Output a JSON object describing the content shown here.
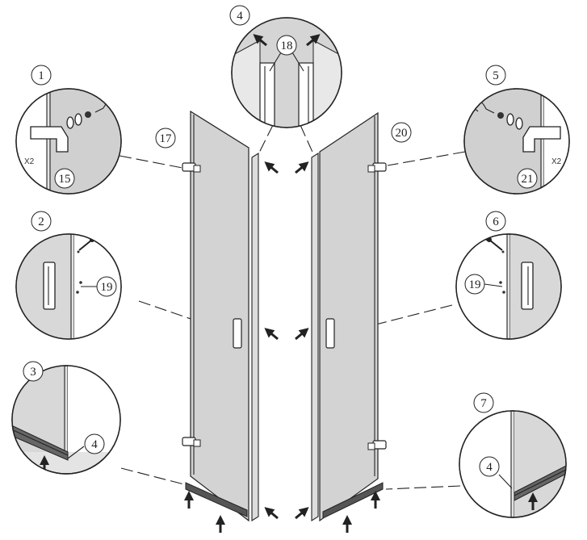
{
  "diagram": {
    "steps": [
      {
        "id": "step-1",
        "label": "1"
      },
      {
        "id": "step-2",
        "label": "2"
      },
      {
        "id": "step-3",
        "label": "3"
      },
      {
        "id": "step-4",
        "label": "4"
      },
      {
        "id": "step-5",
        "label": "5"
      },
      {
        "id": "step-6",
        "label": "6"
      },
      {
        "id": "step-7",
        "label": "7"
      }
    ],
    "parts": {
      "p4a": "4",
      "p4b": "4",
      "p15": "15",
      "p17": "17",
      "p18": "18",
      "p19a": "19",
      "p19b": "19",
      "p20": "20",
      "p21": "21"
    },
    "quantity_left": "X2",
    "quantity_right": "X2"
  }
}
